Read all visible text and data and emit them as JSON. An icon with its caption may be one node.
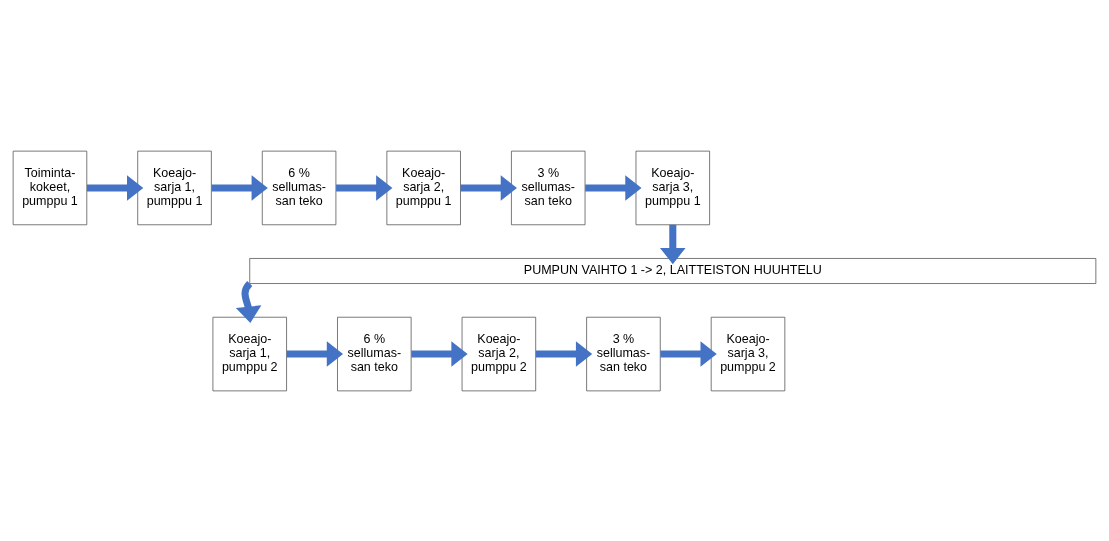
{
  "diagram": {
    "nodes": [
      {
        "text": [
          "Toiminta- kokeet, pumppu 1"
        ]
      },
      {
        "text": [
          "Koeajo- sarja 1, pumppu 1"
        ]
      },
      {
        "text": [
          "6 % sellumas- san teko"
        ]
      },
      {
        "text": [
          "Koeajo- sarja 2, pumppu 1"
        ]
      },
      {
        "text": [
          "3 % sellumas- san teko"
        ]
      },
      {
        "text": [
          "Koeajo- sarja 3, pumppu 1"
        ]
      },
      {
        "text": [
          "PUMPUN VAIHTO 1 -> 2, LAITTEISTON HUUHTELU"
        ]
      },
      {
        "text": [
          "Koeajo- sarja 1, pumppu 2"
        ]
      },
      {
        "text": [
          "6 % sellumas- san teko"
        ]
      },
      {
        "text": [
          "Koeajo- sarja 2, pumppu 2"
        ]
      },
      {
        "text": [
          "3 % sellumas- san teko"
        ]
      },
      {
        "text": [
          "Koeajo- sarja 3, pumppu 2"
        ]
      }
    ],
    "edges": [
      {
        "from": 0,
        "to": 1,
        "arrow": "to"
      },
      {
        "from": 1,
        "to": 2,
        "arrow": "to"
      },
      {
        "from": 2,
        "to": 3,
        "arrow": "to"
      },
      {
        "from": 3,
        "to": 4,
        "arrow": "to"
      },
      {
        "from": 4,
        "to": 5,
        "arrow": "to"
      },
      {
        "from": 5,
        "to": 6,
        "arrow": "to"
      },
      {
        "from": 6,
        "to": 7,
        "arrow": "to"
      },
      {
        "from": 7,
        "to": 8,
        "arrow": "to"
      },
      {
        "from": 8,
        "to": 9,
        "arrow": "to"
      },
      {
        "from": 9,
        "to": 10,
        "arrow": "to"
      },
      {
        "from": 10,
        "to": 11,
        "arrow": "to"
      }
    ]
  }
}
